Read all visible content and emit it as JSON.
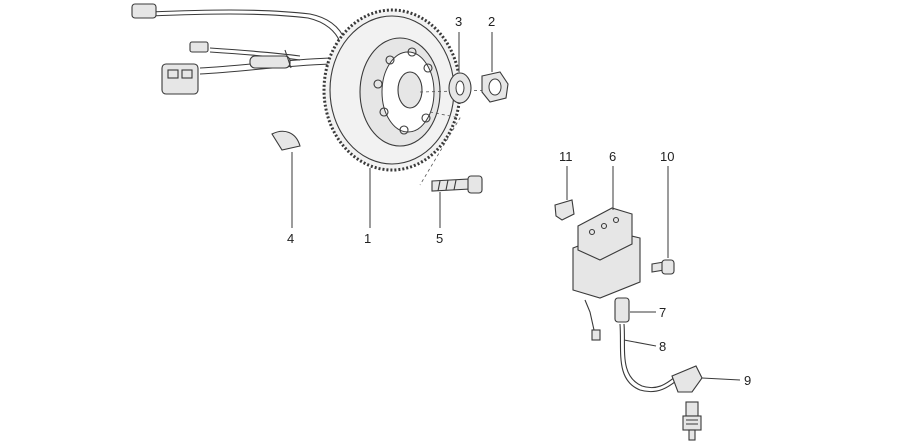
{
  "callouts": [
    {
      "id": "c1",
      "text": "1"
    },
    {
      "id": "c2",
      "text": "2"
    },
    {
      "id": "c3",
      "text": "3"
    },
    {
      "id": "c4",
      "text": "4"
    },
    {
      "id": "c5",
      "text": "5"
    },
    {
      "id": "c6",
      "text": "6"
    },
    {
      "id": "c7",
      "text": "7"
    },
    {
      "id": "c8",
      "text": "8"
    },
    {
      "id": "c9",
      "text": "9"
    },
    {
      "id": "c10",
      "text": "10"
    },
    {
      "id": "c11",
      "text": "11"
    }
  ]
}
